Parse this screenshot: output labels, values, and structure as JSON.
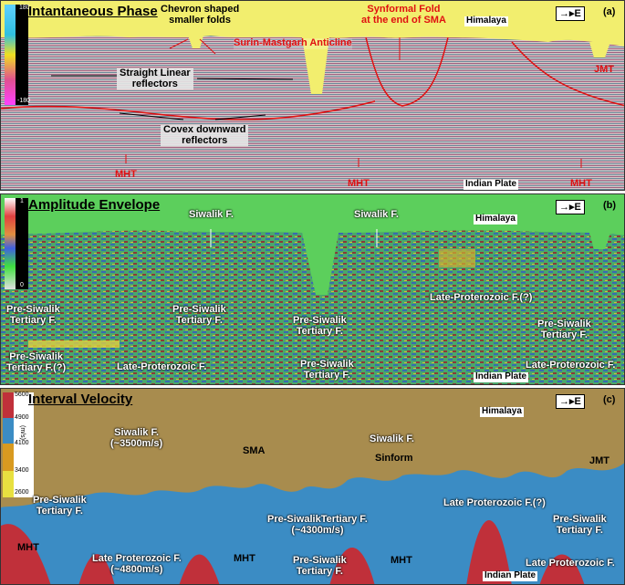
{
  "panel_a": {
    "title": "Intantaneous Phase",
    "colorbar": {
      "max": "180",
      "min": "-180"
    },
    "direction": "E",
    "panel_label": "(a)",
    "labels": {
      "chevron": "Chevron shaped\nsmaller folds",
      "synformal": "Synformal Fold\nat the end of SMA",
      "himalaya": "Himalaya",
      "sma": "Surin-Mastgarh Anticline",
      "straight": "Straight Linear\nreflectors",
      "jmt": "JMT",
      "covex": "Covex downward\nreflectors",
      "mht1": "MHT",
      "mht2": "MHT",
      "mht3": "MHT",
      "indian": "Indian Plate"
    }
  },
  "panel_b": {
    "title": "Amplitude Envelope",
    "colorbar": {
      "max": "1",
      "min": "0"
    },
    "direction": "E",
    "panel_label": "(b)",
    "labels": {
      "siwalik1": "Siwalik F.",
      "siwalik2": "Siwalik F.",
      "himalaya": "Himalaya",
      "late1": "Late-Proterozoic F.(?)",
      "presiw1": "Pre-Siwalik\nTertiary F.",
      "presiw2": "Pre-Siwalik\nTertiary F.",
      "presiw3": "Pre-Siwalik\nTertiary F.",
      "presiw4": "Pre-Siwalik\nTertiary F.",
      "presiw5": "Pre-Siwalik\nTertiary F.(?)",
      "late2": "Late-Proterozoic F.",
      "presiw6": "Pre-Siwalik\nTertiary F.",
      "indian": "Indian Plate",
      "late3": "Late-Proterozoic F."
    }
  },
  "panel_c": {
    "title": "Interval Velocity",
    "colorbar": {
      "ticks": [
        "5600",
        "4900",
        "4100",
        "3400",
        "2600"
      ],
      "unit": "(m/s)"
    },
    "direction": "E",
    "panel_label": "(c)",
    "labels": {
      "himalaya": "Himalaya",
      "siwalik1": "Siwalik F.\n(~3500m/s)",
      "sma": "SMA",
      "siwalik2": "Siwalik F.",
      "sinform": "Sinform",
      "jmt": "JMT",
      "presiw1": "Pre-Siwalik\nTertiary F.",
      "late1": "Late Proterozoic F.(?)",
      "presiw2": "Pre-SiwalikTertiary F.\n(~4300m/s)",
      "presiw3": "Pre-Siwalik\nTertiary F.",
      "mht1": "MHT",
      "late2": "Late Proterozoic F.\n(~4800m/s)",
      "mht2": "MHT",
      "presiw4": "Pre-Siwalik\nTertiary F.",
      "mht3": "MHT",
      "late3": "Late Proterozoic F.",
      "indian": "Indian Plate"
    }
  },
  "colors": {
    "phase_sky": "#f2ee6e",
    "amp_bg": "#5ccf5c",
    "vel_sky": "#a88c4e",
    "vel_low": "#3b8cc4",
    "vel_high": "#c0303a",
    "red_line": "#e01010"
  }
}
